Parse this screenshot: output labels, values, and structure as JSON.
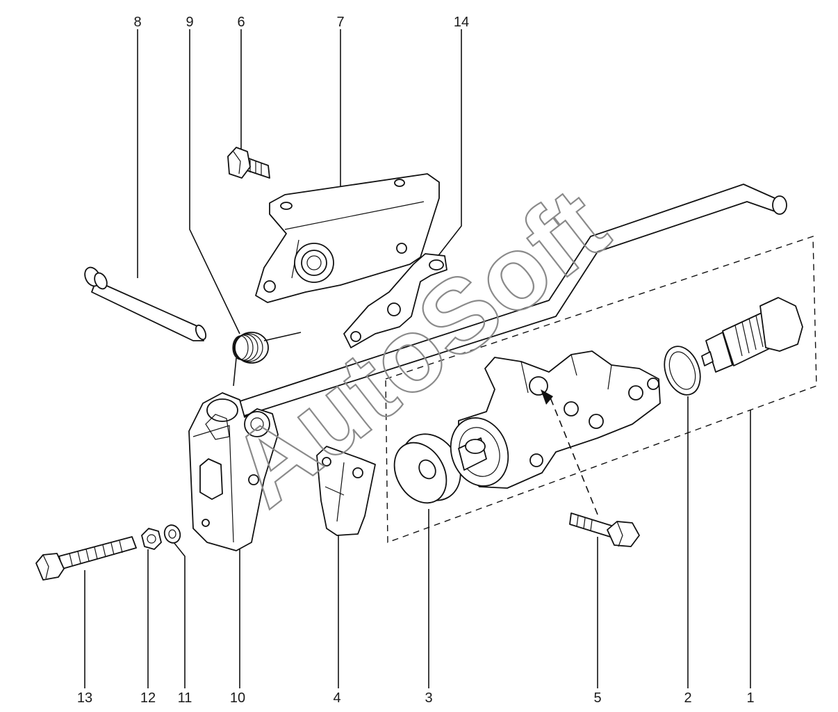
{
  "diagram": {
    "watermark": "AutoSoft",
    "corner_mark": "",
    "callouts": [
      {
        "id": "c8",
        "label": "8"
      },
      {
        "id": "c9",
        "label": "9"
      },
      {
        "id": "c6",
        "label": "6"
      },
      {
        "id": "c7",
        "label": "7"
      },
      {
        "id": "c14",
        "label": "14"
      },
      {
        "id": "c13",
        "label": "13"
      },
      {
        "id": "c12",
        "label": "12"
      },
      {
        "id": "c11",
        "label": "11"
      },
      {
        "id": "c10",
        "label": "10"
      },
      {
        "id": "c4",
        "label": "4"
      },
      {
        "id": "c3",
        "label": "3"
      },
      {
        "id": "c5",
        "label": "5"
      },
      {
        "id": "c2",
        "label": "2"
      },
      {
        "id": "c1",
        "label": "1"
      }
    ]
  }
}
